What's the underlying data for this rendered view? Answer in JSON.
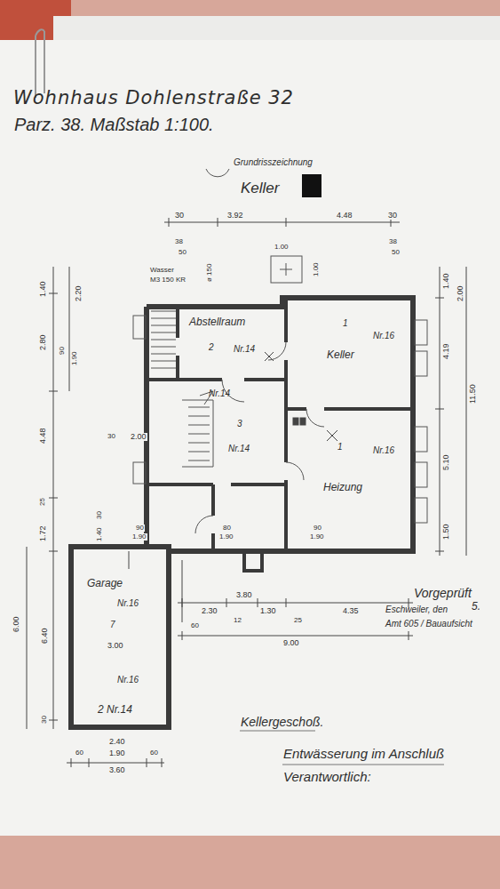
{
  "diagram": {
    "title": "Wohnhaus Dohlenstraße 32",
    "nodes": [
      {
        "text": [
          "Abstellraum",
          "2",
          "Nr.14"
        ]
      },
      {
        "text": [
          "1",
          "Keller",
          "Nr.16"
        ]
      },
      {
        "text": [
          "Nr.14",
          "3",
          "Nr.14"
        ]
      },
      {
        "text": [
          "1",
          "Heizung",
          "Nr.16"
        ]
      },
      {
        "text": [
          "Garage",
          "Nr.16",
          "7",
          "Nr.16",
          "2 Nr.14"
        ]
      }
    ],
    "labels": [
      "Parz. 38. Maßstab 1:100.",
      "Grundrisszeichnung",
      "Keller",
      "30",
      "3.92",
      "4.48",
      "30",
      "38",
      "50",
      "38",
      "50",
      "1.00",
      "1.00",
      "ø 150",
      "Wasser",
      "M3 150 KR",
      "1.40",
      "2.20",
      "2.80",
      "90",
      "1.90",
      "4.48",
      "25",
      "2.00",
      "30",
      "1.72",
      "1.40",
      "30",
      "6.00",
      "6.40",
      "30",
      "1.40",
      "2.00",
      "4.19",
      "11.50",
      "5.10",
      "1.50",
      "90",
      "1.90",
      "80",
      "1.90",
      "90",
      "1.90",
      "3.80",
      "2.30",
      "1.30",
      "4.35",
      "12",
      "25",
      "60",
      "9.00",
      "3.00",
      "2.40",
      "1.90",
      "3.60",
      "60",
      "60",
      "Vorgeprüft",
      "5.",
      "Eschweiler, den",
      "Amt 605 / Bauaufsicht",
      "Kellergeschoß.",
      "Entwässerung im Anschluß",
      "Verantwortlich:"
    ]
  }
}
